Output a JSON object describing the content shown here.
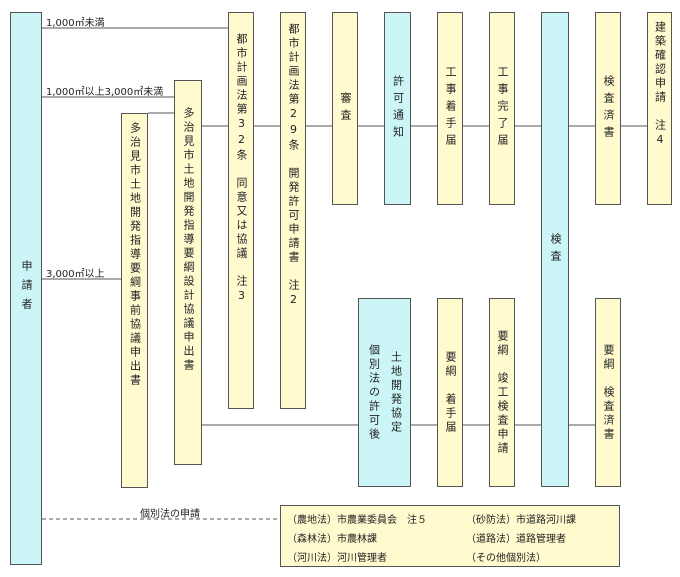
{
  "applicant": "申請者",
  "routes": {
    "small": "1,000㎡未満",
    "mid": "1,000㎡以上3,000㎡未満",
    "large": "3,000㎡以上",
    "individual": "個別法の申請"
  },
  "boxes": {
    "pre_consult": "多治見市土地開発指導要綱事前協議申出書",
    "design_consult": "多治見市土地開発指導要綱設計協議申出書",
    "art32": "都市計画法第32条　同意又は協議　注3",
    "art29": "都市計画法第29条　開発許可申請書　注2",
    "review": "審査",
    "permit_notice": "許可通知",
    "start_notice": "工事着手届",
    "complete_notice": "工事完了届",
    "inspection": "検査",
    "inspection_cert": "検査済書",
    "building_confirm": "建築確認申請　注4",
    "land_dev_agreement": "土地開発協定",
    "after_permits": "個別法の許可後",
    "guideline_start": "要綱　着手届",
    "guideline_complete": "要綱　竣工検査申請",
    "guideline_cert": "要綱　検査済書"
  },
  "notes": [
    "（農地法）市農業委員会　注５",
    "（砂防法）市道路河川課",
    "（森林法）市農林課",
    "（道路法）道路管理者",
    "（河川法）河川管理者",
    "（その他個別法）"
  ]
}
